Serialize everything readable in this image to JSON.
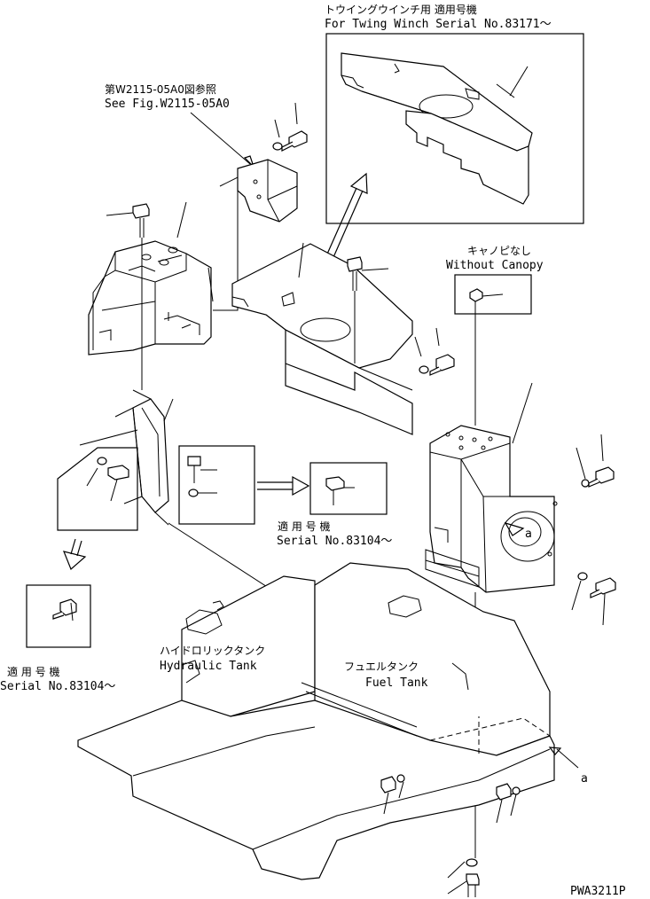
{
  "labels": {
    "twing_winch_jp": "トウイングウインチ用 適用号機",
    "twing_winch_en": "For Twing Winch Serial No.83171～",
    "see_fig_jp": "第W2115-05A0図参照",
    "see_fig_en": "See Fig.W2115-05A0",
    "without_canopy_jp": "キャノピなし",
    "without_canopy_en": "Without Canopy",
    "serial_right_jp": "適 用 号 機",
    "serial_right_en": "Serial No.83104～",
    "serial_left_jp": "適 用 号 機",
    "serial_left_en": "Serial No.83104～",
    "hydraulic_tank_jp": "ハイドロリックタンク",
    "hydraulic_tank_en": "Hydraulic Tank",
    "fuel_tank_jp": "フュエルタンク",
    "fuel_tank_en": "Fuel Tank",
    "ref_a_callout": "a",
    "ref_a_circle": "a",
    "drawing_id": "PWA3211P"
  }
}
